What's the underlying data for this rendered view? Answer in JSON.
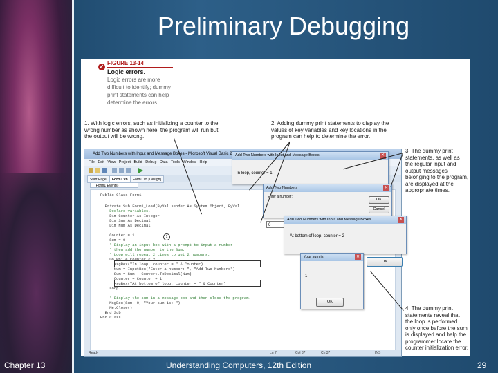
{
  "slide": {
    "title": "Preliminary Debugging",
    "footer_left": "Chapter 13",
    "footer_center": "Understanding Computers, 12th Edition",
    "page_number": "29"
  },
  "figure": {
    "number": "FIGURE 13-14",
    "title": "Logic errors.",
    "body": "Logic errors are more difficult to identify; dummy print statements can help determine the errors.",
    "notes": [
      "1. With logic errors, such as initializing a counter to the wrong number as shown here, the program will run but the output will be wrong.",
      "2. Adding dummy print statements to display the values of key variables and key locations in the program can help to determine the error.",
      "3. The dummy print statements, as well as the regular input and output messages belonging to the program, are displayed at the appropriate times.",
      "4. The dummy print statements reveal that the loop is performed only once before the sum is displayed and help the programmer locate the counter initialization error."
    ]
  },
  "ide": {
    "window_title": "Add Two Numbers with Input and Message Boxes - Microsoft Visual Basic 2008",
    "menu": [
      "File",
      "Edit",
      "View",
      "Project",
      "Build",
      "Debug",
      "Data",
      "Tools",
      "Window",
      "Help"
    ],
    "tabs": [
      "Start Page",
      "Form1.vb",
      "Form1.vb [Design]"
    ],
    "object_dropdown": "(Form1 Events)",
    "code_lines": [
      "Public Class Form1",
      "",
      "  Private Sub Form1_Load(ByVal sender As System.Object, ByVal",
      "    Declare variables.",
      "    Dim Counter As Integer",
      "    Dim Sum As Decimal",
      "    Dim Num As Decimal",
      "",
      "    Counter = 1",
      "    Sum = 0",
      "    ' Display an input box with a prompt to input a number",
      "    ' then add the number to the Sum.",
      "    ' Loop will repeat 2 times to get 2 numbers.",
      "    Do While Counter < 2",
      "      MsgBox(\"In loop, counter = \" & Counter)",
      "      Num = InputBox(\"Enter a number: \", \"Add Two Numbers\")",
      "      Sum = Sum + Convert.ToDecimal(Num)",
      "      Counter = Counter + 1",
      "      MsgBox(\"At bottom of loop, counter = \" & Counter)",
      "    Loop",
      "",
      "    ' Display the sum in a message box and then close the program.",
      "    MsgBox(Sum, 0, \"Your sum is: \")",
      "    Me.Close()",
      "  End Sub",
      "End Class"
    ],
    "marker": "1",
    "status": {
      "left": "Ready",
      "ln": "Ln 7",
      "col": "Col 37",
      "ch": "Ch 37",
      "mode": "INS"
    }
  },
  "dialogs": {
    "loop_top": {
      "title": "Add Two Numbers with Input and Message Boxes",
      "message": "In loop, counter = 1"
    },
    "input": {
      "title": "Add Two Numbers",
      "prompt": "Enter a number:",
      "value": "6",
      "ok": "OK",
      "cancel": "Cancel"
    },
    "loop_bottom": {
      "title": "Add Two Numbers with Input and Message Boxes",
      "message": "At bottom of loop, counter = 2"
    },
    "sum": {
      "title": "Your sum is:",
      "value": "1",
      "ok": "OK"
    },
    "sum_small": {
      "ok": "OK"
    }
  },
  "colors": {
    "accent": "#b01c1c",
    "slide_bg": "#1f4a6e"
  }
}
